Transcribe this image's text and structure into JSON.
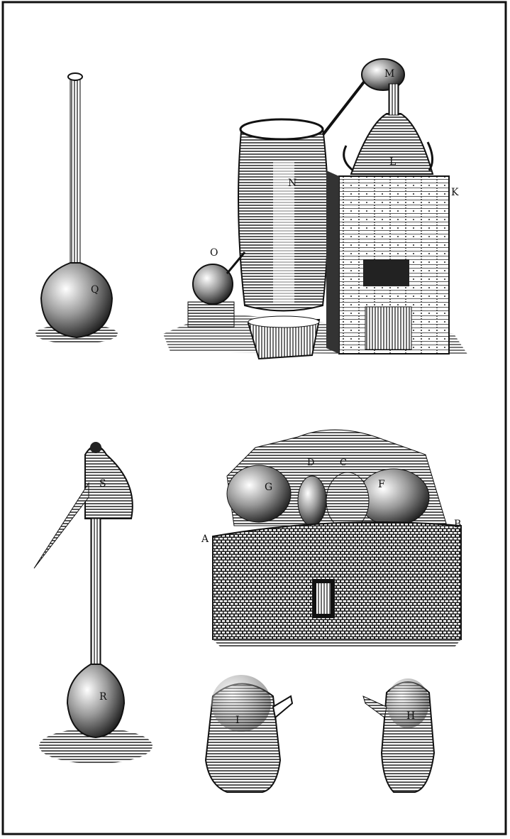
{
  "plate": {
    "labels": {
      "Q": "Q",
      "M": "M",
      "L": "L",
      "K": "K",
      "N": "N",
      "O": "O",
      "S": "S",
      "R": "R",
      "A": "A",
      "B": "B",
      "D": "D",
      "C": "C",
      "G": "G",
      "F": "F",
      "I": "I",
      "H": "H"
    }
  },
  "colors": {
    "ink": "#111111",
    "paper": "#ffffff",
    "shade": "#555555",
    "mid": "#8a8a8a"
  }
}
